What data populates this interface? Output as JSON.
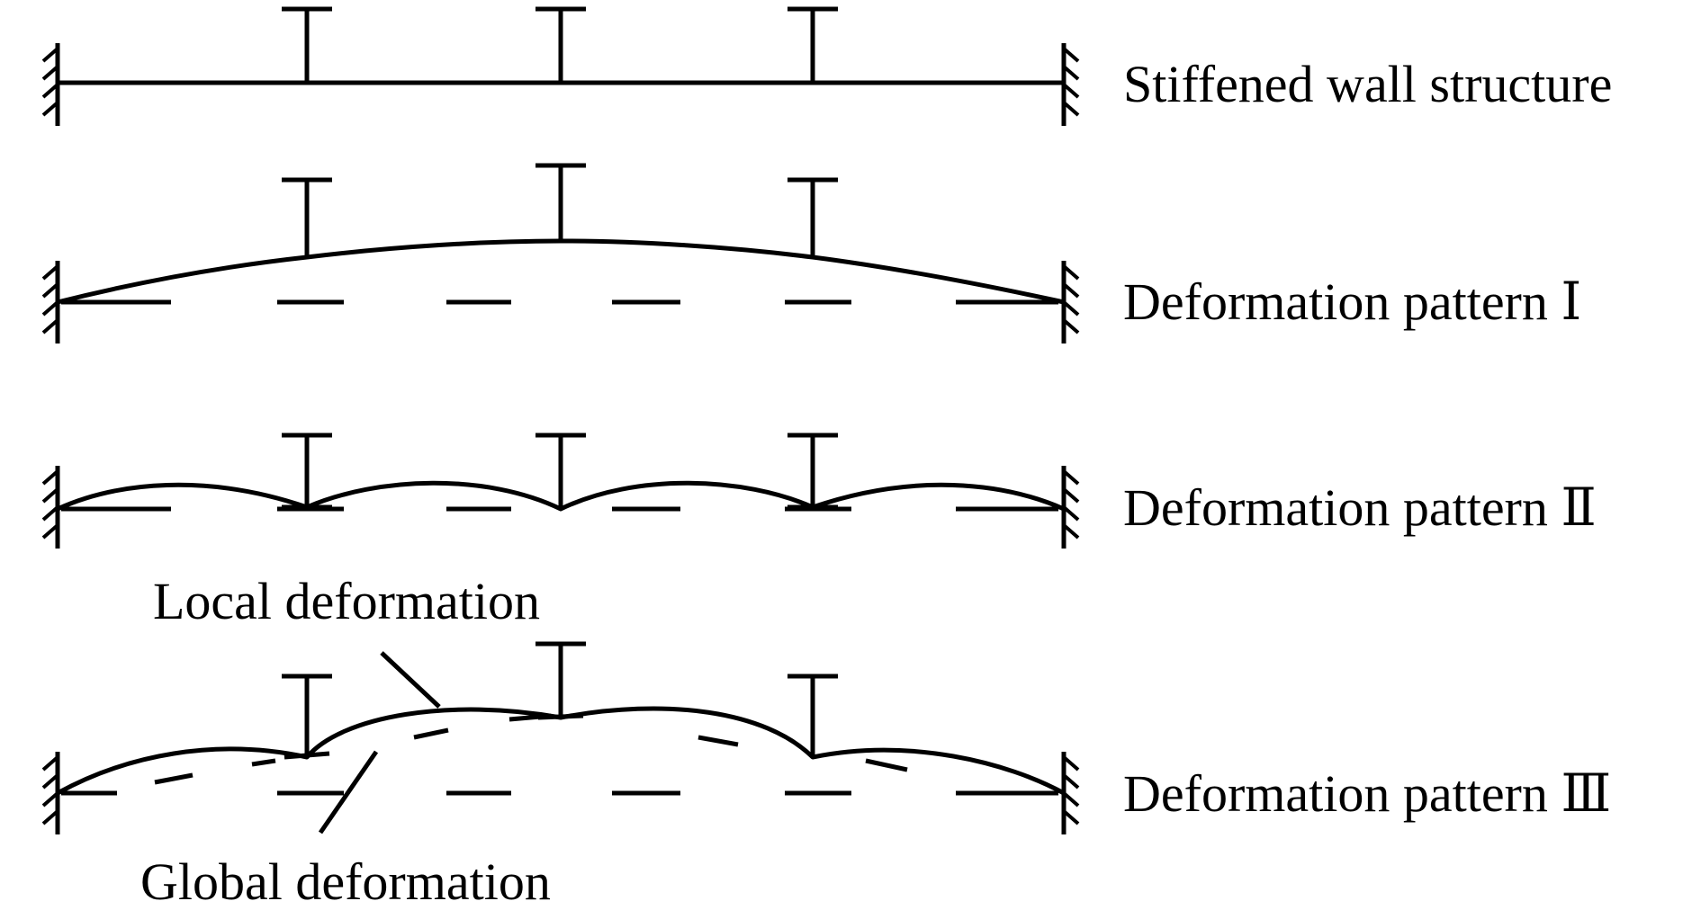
{
  "labels": {
    "row1": "Stiffened wall structure",
    "row2": "Deformation pattern Ⅰ",
    "row3": "Deformation pattern Ⅱ",
    "row4": "Deformation pattern Ⅲ",
    "local": "Local deformation",
    "global": "Global deformation"
  },
  "colors": {
    "ink": "#000000",
    "background": "#ffffff"
  }
}
